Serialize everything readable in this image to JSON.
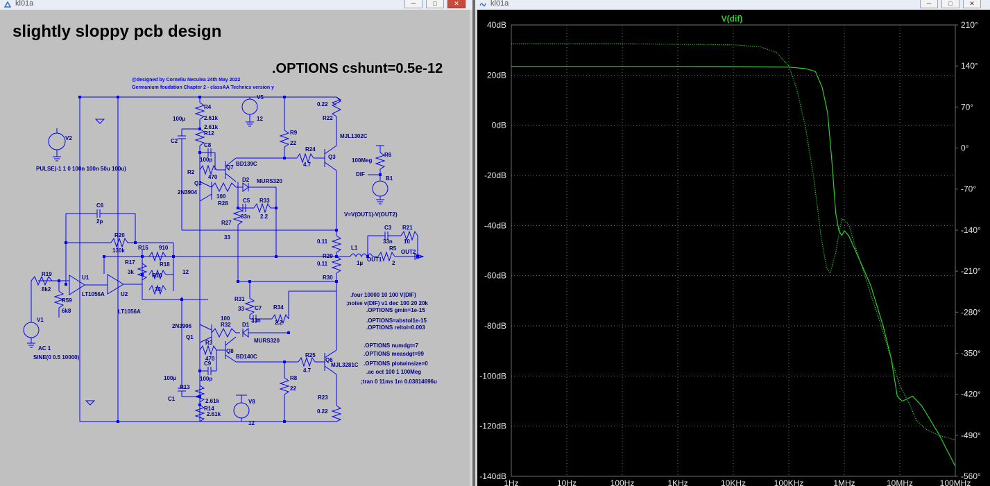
{
  "schematic_window": {
    "title": "kl01a",
    "controls": {
      "minimize": "─",
      "maximize": "□",
      "close": "✕"
    },
    "heading": "slightly sloppy pcb design",
    "options_big": ".OPTIONS cshunt=0.5e-12",
    "credit_line1": "@designed by Corneliu Neculea 24th May 2022",
    "credit_line2": "Germanium foudation Chapter 2 - classAA Technics version y",
    "labels": {
      "V2": "V2",
      "pulse": "PULSE(-1 1 0 100n 100n 50u 100u)",
      "V5": "V5",
      "v5val": "12",
      "V8": "V8",
      "v8val": "12",
      "V1": "V1",
      "ac1": "AC 1",
      "sine": "SINE(0 0.5 10000)",
      "R4": "R4",
      "r4val": "2.61k",
      "R12": "R12",
      "r12val": "2.61k",
      "C2": "C2",
      "c2val": "100µ",
      "C8": "C8",
      "c8val": "100p",
      "R2": "R2",
      "r2val": "470",
      "Q7": "Q7",
      "bd139": "BD139C",
      "Q2": "Q2",
      "n3904": "2N3904",
      "R28": "R28",
      "r28val": "100",
      "D2": "D2",
      "murs1": "MURS320",
      "C5": "C5",
      "c5val": "33n",
      "R33": "R33",
      "r33val": "2.2",
      "R27": "R27",
      "r27val": "33",
      "R9": "R9",
      "r9val": "22",
      "R24": "R24",
      "r24val": "4.7",
      "Q3": "Q3",
      "mjl1302": "MJL1302C",
      "R22": "R22",
      "r22val": "0.22",
      "R6": "R6",
      "r6val": "100Meg",
      "DIF": "DIF",
      "B1": "B1",
      "vexpr": "V=V(OUT1)-V(OUT2)",
      "C3": "C3",
      "c3val": "33n",
      "R21": "R21",
      "r21val": "10",
      "L1": "L1",
      "l1val": "1µ",
      "R5": "R5",
      "r5val": "2",
      "OUT1": "OUT1",
      "OUT2": "OUT2",
      "R29": "R29",
      "r29a": "0.11",
      "r29b": "0.11",
      "R30": "R30",
      "C6": "C6",
      "c6val": "2p",
      "R20": "R20",
      "r20val": "130k",
      "R15": "R15",
      "r15val": "910",
      "R17": "R17",
      "r17val": "3k",
      "R18": "R18",
      "r18val": "12",
      "R16": "R16",
      "r16val": "33",
      "R19": "R19",
      "r19val": "8k2",
      "R59": "R59",
      "r59val": "6k8",
      "U1": "U1",
      "U2": "U2",
      "lt1": "LT1056A",
      "lt2": "LT1056A",
      "R31": "R31",
      "r31val": "33",
      "C7": "C7",
      "c7val": "33n",
      "R34": "R34",
      "r34val": "2.2",
      "n3906": "2N3906",
      "Q1": "Q1",
      "R32": "R32",
      "r32val": "100",
      "D1": "D1",
      "murs2": "MURS320",
      "R3": "R3",
      "r3val": "470",
      "Q8": "Q8",
      "bd140": "BD140C",
      "C9": "C9",
      "c9val": "100p",
      "C1": "C1",
      "c1val": "100µ",
      "R13": "R13",
      "r13val": "2.61k",
      "R14": "R14",
      "r14val": "2.61k",
      "R25": "R25",
      "r25val": "4.7",
      "Q6": "Q6",
      "mjl3281": "MJL3281C",
      "R8": "R8",
      "r8val": "22",
      "R23": "R23",
      "r23val": "0.22"
    },
    "directives": [
      ".four 10000 10 100 V(DIF)",
      ";noise v(DIF) v1 dec 100 20 20k",
      ".OPTIONS gmin=1e-15",
      ".OPTIONS=abstol1e-15",
      ".OPTIONS reltol=0.003",
      ".OPTIONS numdgt=7",
      ".OPTIONS measdgt=99",
      ".OPTIONS plotwinsize=0",
      ".ac oct 100 1 100Meg",
      ";tran 0 11ms 1m 0.03814696u"
    ]
  },
  "plot_window": {
    "title": "kl01a",
    "controls": {
      "minimize": "─",
      "maximize": "□",
      "close": "✕"
    },
    "trace_color": "#2ecc2e",
    "grid_color": "#6e6e6e",
    "chart_data": {
      "type": "line",
      "title": "V(dif)",
      "x_scale": "log",
      "xlim": [
        1,
        100000000
      ],
      "x_ticks": [
        "1Hz",
        "10Hz",
        "100Hz",
        "1KHz",
        "10KHz",
        "100KHz",
        "1MHz",
        "10MHz",
        "100MHz"
      ],
      "ylim_left": [
        -140,
        40
      ],
      "y_ticks_left": [
        "40dB",
        "20dB",
        "0dB",
        "-20dB",
        "-40dB",
        "-60dB",
        "-80dB",
        "-100dB",
        "-120dB",
        "-140dB"
      ],
      "ylim_right": [
        -560,
        210
      ],
      "y_ticks_right": [
        "210°",
        "140°",
        "70°",
        "0°",
        "-70°",
        "-140°",
        "-210°",
        "-280°",
        "-350°",
        "-420°",
        "-490°",
        "-560°"
      ],
      "grid": true,
      "series": [
        {
          "name": "V(dif)",
          "kind": "magnitude",
          "style": "solid",
          "points": [
            [
              1,
              23.5
            ],
            [
              1000,
              23.5
            ],
            [
              10000,
              23.4
            ],
            [
              100000,
              23.2
            ],
            [
              200000,
              22.6
            ],
            [
              300000,
              21.5
            ],
            [
              400000,
              15
            ],
            [
              500000,
              5
            ],
            [
              600000,
              -15
            ],
            [
              700000,
              -35
            ],
            [
              800000,
              -42
            ],
            [
              900000,
              -44
            ],
            [
              1000000,
              -42
            ],
            [
              1200000,
              -44
            ],
            [
              2000000,
              -55
            ],
            [
              3000000,
              -64
            ],
            [
              5000000,
              -80
            ],
            [
              7000000,
              -93
            ],
            [
              9000000,
              -108
            ],
            [
              11000000,
              -110
            ],
            [
              14000000,
              -109
            ],
            [
              17000000,
              -108
            ],
            [
              25000000,
              -112
            ],
            [
              50000000,
              -123
            ],
            [
              100000000,
              -136
            ]
          ]
        },
        {
          "name": "V(dif) phase",
          "kind": "phase_deg",
          "style": "dotted",
          "points": [
            [
              1,
              178
            ],
            [
              100,
              178
            ],
            [
              1000,
              177
            ],
            [
              10000,
              176
            ],
            [
              30000,
              173
            ],
            [
              60000,
              163
            ],
            [
              100000,
              140
            ],
            [
              140000,
              100
            ],
            [
              200000,
              35
            ],
            [
              280000,
              -50
            ],
            [
              380000,
              -150
            ],
            [
              480000,
              -205
            ],
            [
              560000,
              -213
            ],
            [
              700000,
              -178
            ],
            [
              900000,
              -120
            ],
            [
              1200000,
              -130
            ],
            [
              1600000,
              -170
            ],
            [
              2300000,
              -215
            ],
            [
              3000000,
              -250
            ],
            [
              4500000,
              -300
            ],
            [
              7000000,
              -360
            ],
            [
              10000000,
              -405
            ],
            [
              15000000,
              -437
            ],
            [
              20000000,
              -465
            ],
            [
              30000000,
              -480
            ],
            [
              50000000,
              -490
            ],
            [
              100000000,
              -498
            ]
          ]
        }
      ]
    }
  }
}
